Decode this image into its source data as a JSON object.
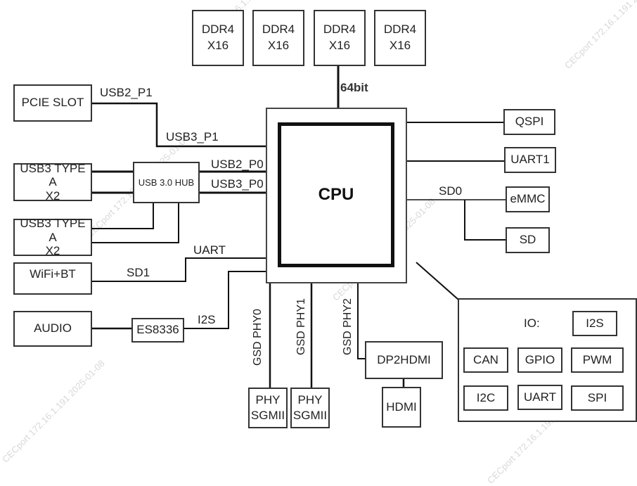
{
  "watermark": "CECport 172.16.1.191 2025-01-08",
  "cpu": {
    "label": "CPU"
  },
  "memory": {
    "chips": [
      {
        "line1": "DDR4",
        "line2": "X16"
      },
      {
        "line1": "DDR4",
        "line2": "X16"
      },
      {
        "line1": "DDR4",
        "line2": "X16"
      },
      {
        "line1": "DDR4",
        "line2": "X16"
      }
    ],
    "bus_label": "64bit"
  },
  "left": {
    "pcie": "PCIE SLOT",
    "usb3_a_1": {
      "line1": "USB3 TYPE A",
      "line2": "X2"
    },
    "usb3_a_2": {
      "line1": "USB3 TYPE A",
      "line2": "X2"
    },
    "usb_hub": "USB 3.0 HUB",
    "wifi_bt": "WiFi+BT",
    "audio": "AUDIO",
    "codec": "ES8336",
    "signals": {
      "usb2_p1": "USB2_P1",
      "usb3_p1": "USB3_P1",
      "usb2_p0": "USB2_P0",
      "usb3_p0": "USB3_P0",
      "uart": "UART",
      "sd1": "SD1",
      "i2s": "I2S"
    }
  },
  "right": {
    "qspi": "QSPI",
    "uart1": "UART1",
    "emmc": "eMMC",
    "sd": "SD",
    "sd0_label": "SD0"
  },
  "bottom": {
    "gsd_phy0": "GSD PHY0",
    "gsd_phy1": "GSD PHY1",
    "gsd_phy2": "GSD PHY2",
    "phy0": {
      "line1": "PHY",
      "line2": "SGMII"
    },
    "phy1": {
      "line1": "PHY",
      "line2": "SGMII"
    },
    "dp2hdmi": "DP2HDMI",
    "hdmi": "HDMI"
  },
  "io": {
    "title": "IO:",
    "items": [
      "I2S",
      "CAN",
      "GPIO",
      "PWM",
      "I2C",
      "UART",
      "SPI"
    ]
  }
}
